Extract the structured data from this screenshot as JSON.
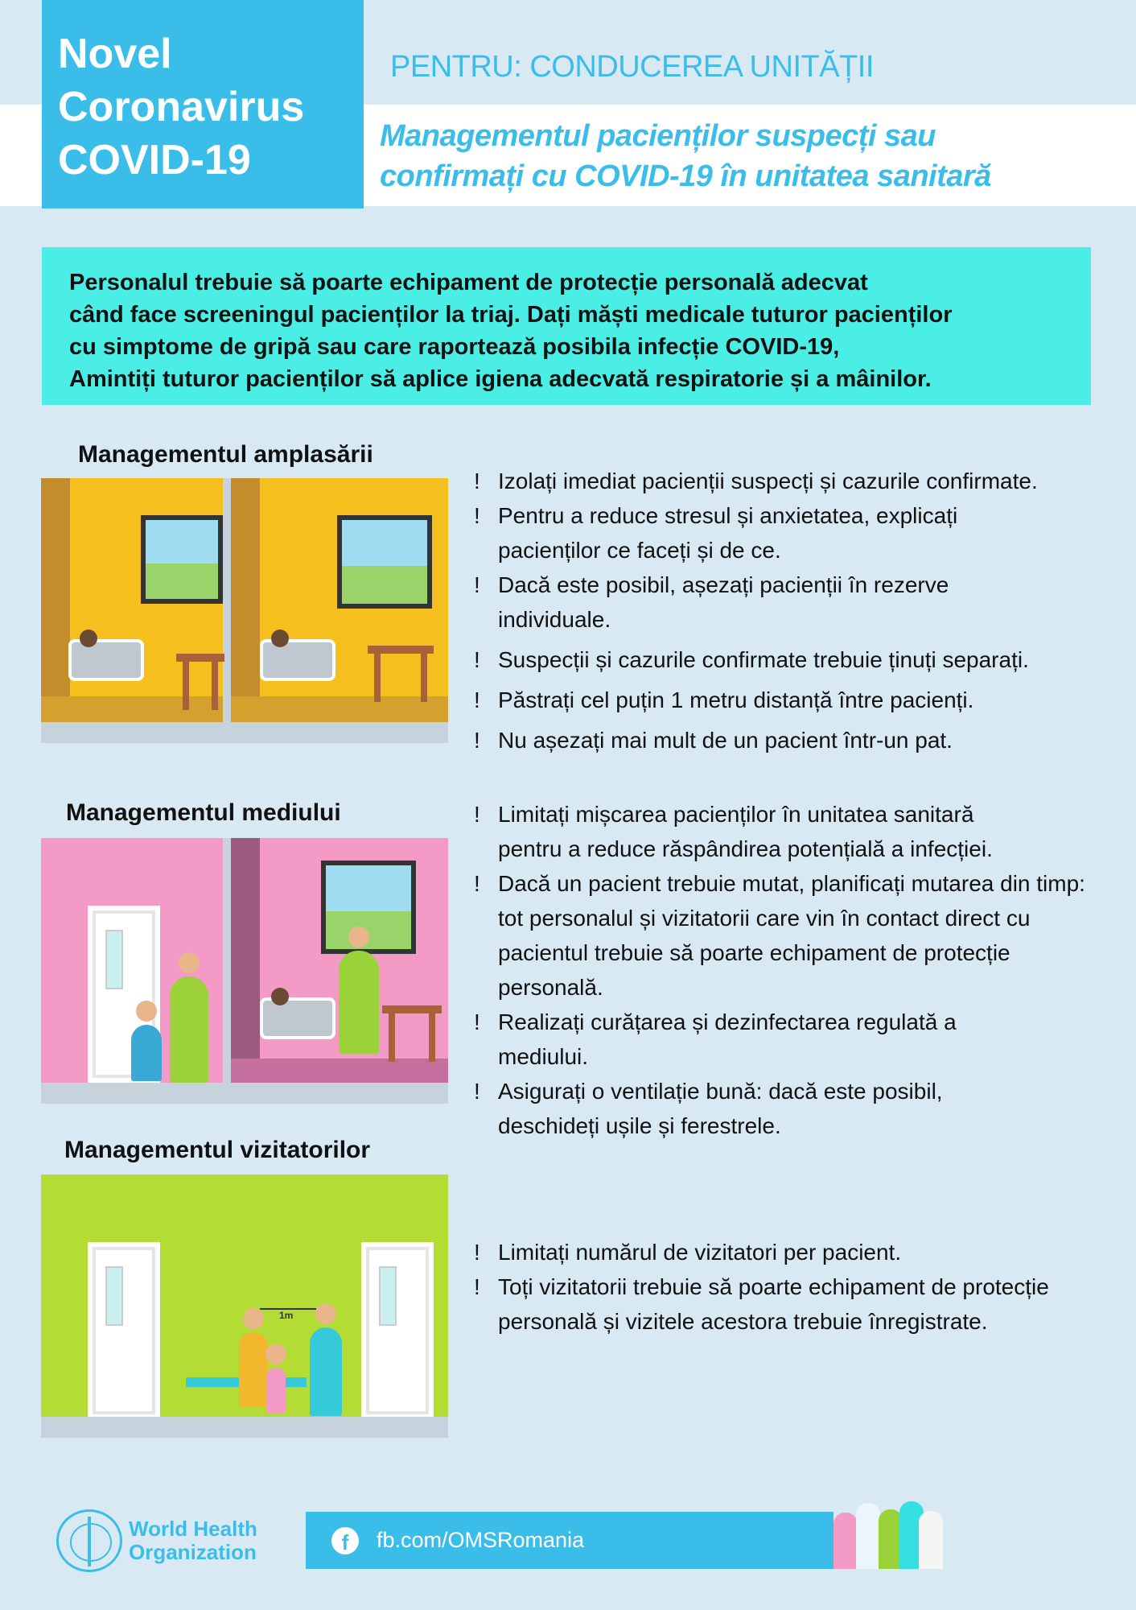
{
  "header": {
    "title_lines": [
      "Novel",
      "Coronavirus",
      "COVID-19"
    ],
    "audience": "PENTRU: CONDUCEREA UNITĂȚII",
    "subtitle_lines": [
      "Managementul pacienților suspecți sau",
      "confirmați cu COVID-19 în unitatea sanitară"
    ]
  },
  "intro_lines": [
    "Personalul trebuie să poarte echipament de protecție personală adecvat",
    "când face screeningul pacienților la triaj. Dați măști medicale tuturor pacienților",
    "cu simptome de gripă sau care raportează posibila infecție COVID-19,",
    "Amintiți tuturor pacienților să aplice igiena adecvată respiratorie și a mâinilor."
  ],
  "sections": [
    {
      "title": "Managementul amplasării",
      "items": [
        "Izolați imediat pacienții suspecți și cazurile confirmate.",
        "Pentru a reduce stresul și anxietatea, explicați pacienților ce faceți și de ce.",
        "Dacă este posibil, așezați pacienții în rezerve individuale.",
        "Suspecții și cazurile confirmate trebuie ținuți separați.",
        "Păstrați cel puțin 1 metru distanță între pacienți.",
        "Nu așezați mai mult de un pacient într-un pat."
      ]
    },
    {
      "title": "Managementul mediului",
      "items": [
        "Limitați mișcarea pacienților în unitatea sanitară pentru a reduce răspândirea potențială a infecției.",
        "Dacă un pacient trebuie mutat, planificați mutarea din timp: tot personalul și vizitatorii care vin în contact direct cu pacientul trebuie să poarte echipament de protecție personală.",
        "Realizați curățarea și dezinfectarea regulată a mediului.",
        "Asigurați o ventilație bună: dacă este posibil, deschideți ușile și ferestrele."
      ]
    },
    {
      "title": "Managementul vizitatorilor",
      "distance_label": "1m",
      "items": [
        "Limitați numărul de vizitatori per pacient.",
        "Toți vizitatorii trebuie să poarte echipament de protecție personală și vizitele acestora trebuie înregistrate."
      ]
    }
  ],
  "footer": {
    "org_lines": [
      "World Health",
      "Organization"
    ],
    "facebook": "fb.com/OMSRomania",
    "icon": "facebook-icon"
  },
  "colors": {
    "brand_blue": "#3bbde9",
    "intro_bg": "#4aeee4",
    "page_bg": "#d9e9f4"
  }
}
